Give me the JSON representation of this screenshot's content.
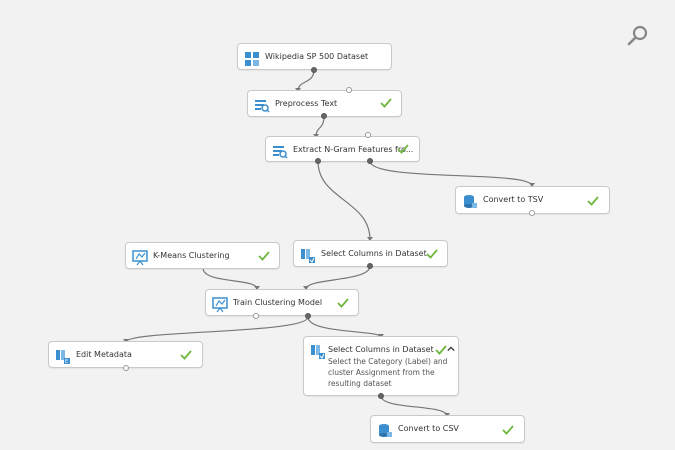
{
  "canvas": {
    "accent_check": "#6fb63f",
    "edge_color": "#777777",
    "nodes": [
      {
        "id": "n1",
        "label": "Wikipedia SP 500 Dataset",
        "icon": "dataset-icon",
        "status": ""
      },
      {
        "id": "n2",
        "label": "Preprocess Text",
        "icon": "text-analytics-icon",
        "status": "completed"
      },
      {
        "id": "n3",
        "label": "Extract N-Gram Features fro...",
        "icon": "text-analytics-icon",
        "status": "completed"
      },
      {
        "id": "n4",
        "label": "Convert to TSV",
        "icon": "convert-icon",
        "status": "completed"
      },
      {
        "id": "n5",
        "label": "K-Means Clustering",
        "icon": "clustering-icon",
        "status": "completed"
      },
      {
        "id": "n6",
        "label": "Select Columns in Dataset",
        "icon": "select-columns-icon",
        "status": "completed"
      },
      {
        "id": "n7",
        "label": "Train Clustering Model",
        "icon": "clustering-icon",
        "status": "completed"
      },
      {
        "id": "n8",
        "label": "Edit Metadata",
        "icon": "edit-metadata-icon",
        "status": "completed"
      },
      {
        "id": "n9",
        "label": "Select Columns in Dataset",
        "icon": "select-columns-icon",
        "status": "completed",
        "description": "Select the Category (Label) and cluster Assignment from the resulting dataset",
        "expanded": true
      },
      {
        "id": "n10",
        "label": "Convert to CSV",
        "icon": "convert-icon",
        "status": "completed"
      }
    ],
    "edges": [
      [
        "n1",
        "n2"
      ],
      [
        "n2",
        "n3"
      ],
      [
        "n3",
        "n4"
      ],
      [
        "n3",
        "n6"
      ],
      [
        "n5",
        "n7"
      ],
      [
        "n6",
        "n7"
      ],
      [
        "n7",
        "n8"
      ],
      [
        "n7",
        "n9"
      ],
      [
        "n9",
        "n10"
      ]
    ]
  },
  "toolbar": {
    "zoom_icon": "search-icon"
  }
}
